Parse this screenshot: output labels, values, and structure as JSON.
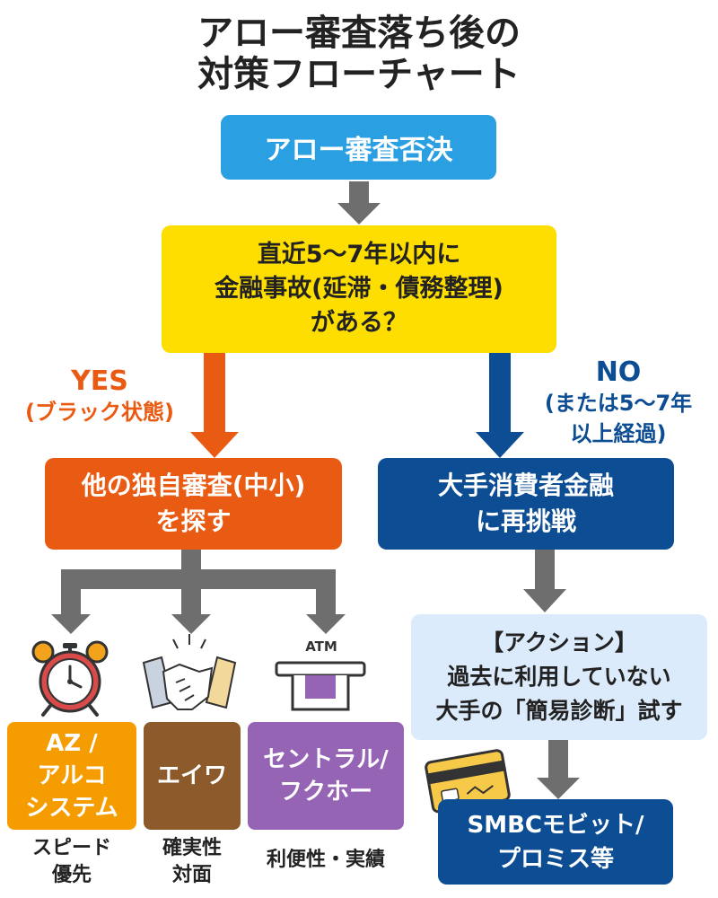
{
  "title": {
    "line1": "アロー審査落ち後の",
    "line2": "対策フローチャート"
  },
  "start": {
    "label": "アロー審査否決"
  },
  "question": {
    "line1": "直近5〜7年以内に",
    "line2": "金融事故(延滞・債務整理)",
    "line3": "がある？"
  },
  "yes_label": {
    "main": "YES",
    "sub": "(ブラック状態)"
  },
  "no_label": {
    "main": "NO",
    "sub1": "(または5〜7年",
    "sub2": "以上経過)"
  },
  "yes_box": {
    "line1": "他の独自審査(中小)",
    "line2": "を探す"
  },
  "no_box": {
    "line1": "大手消費者金融",
    "line2": "に再挑戦"
  },
  "action": {
    "line1": "【アクション】",
    "line2": "過去に利用していない",
    "line3": "大手の「簡易診断」試す"
  },
  "result": {
    "line1": "SMBCモビット/",
    "line2": "プロミス等"
  },
  "options": [
    {
      "line1": "AZ /",
      "line2": "アルコ",
      "line3": "システム",
      "caption1": "スピード",
      "caption2": "優先",
      "color": "#f59c00"
    },
    {
      "line1": "エイワ",
      "caption1": "確実性",
      "caption2": "対面",
      "color": "#8c5a2b"
    },
    {
      "line1": "セントラル/",
      "line2": "フクホー",
      "caption1": "利便性・実績",
      "color": "#9564b4"
    }
  ],
  "atm_text": "ATM",
  "colors": {
    "blue": "#2a9fe2",
    "yellow": "#fedd00",
    "orange": "#e95b12",
    "navy": "#0c4d93",
    "gray_arrow": "#6e6e6e"
  }
}
